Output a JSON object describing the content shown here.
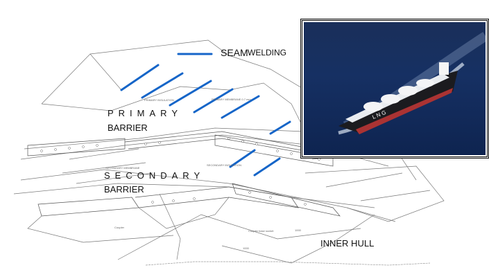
{
  "legend": {
    "label_a": "SEAM",
    "label_b": "WELDING",
    "seam_color": "#1565c8"
  },
  "labels": {
    "primary_1": "PRIMARY",
    "primary_2": "BARRIER",
    "secondary_1": "SECONDARY",
    "secondary_2": "BARRIER",
    "inner_hull": "INNER HULL"
  },
  "small_labels": {
    "primary_insulation": "PRIMARY INSULATION",
    "primary_membrane": "PRIMARY MEMBRANE 0.7 mm",
    "secondary_membrane": "SECONDARY MEMBRANE",
    "secondary_insulation": "SECONDARY INSULATION",
    "coupler_base_socket": "Coupler base socket",
    "coupler": "Coupler",
    "dim_1000_a": "1000",
    "dim_1000_b": "1000"
  },
  "photo": {
    "ship_lettering": "L N G"
  }
}
